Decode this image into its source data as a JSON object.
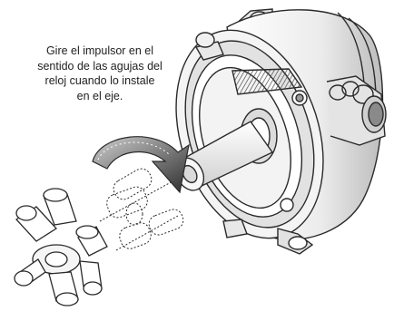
{
  "caption": {
    "lines": [
      "Gire el impulsor en el",
      "sentido de las agujas del",
      "reloj cuando lo instale",
      "en el eje."
    ]
  },
  "colors": {
    "line": "#2a2a2a",
    "housing_light": "#f2f2f2",
    "housing_mid": "#d6d6d6",
    "housing_dark": "#9a9a9a",
    "arrow_dark": "#3a3a3a",
    "arrow_light": "#bdbdbd",
    "background": "#ffffff"
  },
  "icons": {
    "rotation_arrow": "clockwise-arrow-icon"
  }
}
